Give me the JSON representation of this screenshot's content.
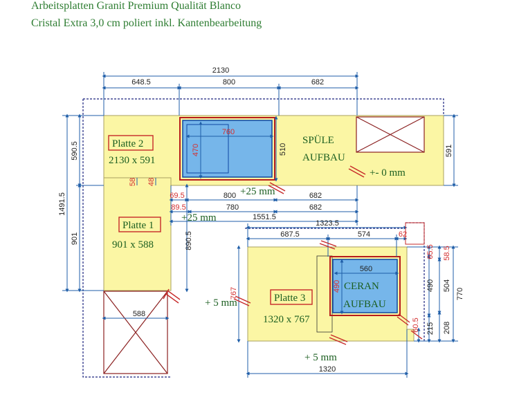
{
  "header": {
    "title_line1": "Arbeitsplatten Granit Premium Qualität Blanco",
    "title_line2": "Cristal Extra 3,0 cm poliert inkl. Kantenbearbeitung"
  },
  "colors": {
    "slab": "#fbf6a4",
    "slab_stroke": "#a8a060",
    "sink": "#76b6ea",
    "dim_line": "#1f5ea8",
    "accent_red": "#c62828",
    "outline": "#1a237e",
    "label_green": "#1b5e20"
  },
  "top_dims": {
    "total": "2130",
    "seg1": "648.5",
    "seg2": "800",
    "seg3": "682"
  },
  "left_dims": {
    "total": "1491.5",
    "upper": "590.5",
    "lower": "901",
    "notch_a": "58",
    "notch_b": "48"
  },
  "plate2": {
    "name": "Platte 2",
    "size": "2130 x 591",
    "sink_width": "760",
    "sink_height": "470",
    "sink_outer_height": "510",
    "right_height": "591",
    "spuele_line1": "SPÜLE",
    "spuele_line2": "AUFBAU",
    "tolerance": "+- 0 mm"
  },
  "mid_dims": {
    "d1_left": "69.5",
    "d1_mid": "800",
    "d1_right": "682",
    "d1_extra": "+25 mm",
    "d2_left": "89.5",
    "d2_mid": "780",
    "d2_right": "682",
    "d3_left": "+25 mm",
    "d3_mid": "1551.5"
  },
  "plate1": {
    "name": "Platte 1",
    "size": "901 x 588",
    "height_dim": "890.5",
    "bottom_width": "588"
  },
  "plate3": {
    "name": "Platte 3",
    "size": "1320 x 767",
    "top_total": "1323.5",
    "top_seg1": "687.5",
    "top_seg2": "574",
    "top_seg3": "62",
    "ceran_width": "560",
    "ceran_height": "490",
    "ceran_line1": "CERAN",
    "ceran_line2": "AUFBAU",
    "left_height": "767",
    "left_tolerance": "+ 5 mm",
    "bottom_tolerance": "+ 5 mm",
    "bottom_width": "1320",
    "right_d1": "65.5",
    "right_d2": "58.5",
    "right_d3": "490",
    "right_d4": "504",
    "right_d5": "770",
    "right_d6": "60.5",
    "right_d7": "215",
    "right_d8": "208"
  }
}
